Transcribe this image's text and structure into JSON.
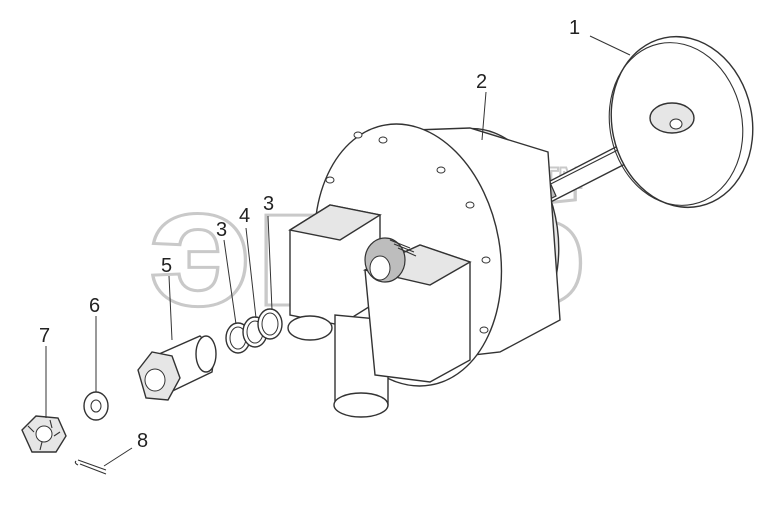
{
  "watermark": {
    "text": "эпеб",
    "trademark": "TM",
    "color": "#c9c9c9"
  },
  "callouts": [
    {
      "id": "1",
      "part": "disc-with-stem"
    },
    {
      "id": "2",
      "part": "valve-body-flange"
    },
    {
      "id": "3",
      "part": "o-ring-inner"
    },
    {
      "id": "4",
      "part": "ring-middle"
    },
    {
      "id": "3",
      "part": "o-ring-outer"
    },
    {
      "id": "5",
      "part": "sleeve-nut"
    },
    {
      "id": "6",
      "part": "washer"
    },
    {
      "id": "7",
      "part": "castle-nut"
    },
    {
      "id": "8",
      "part": "cotter-pin"
    }
  ],
  "colors": {
    "line": "#333333",
    "background": "#ffffff",
    "shade": "#e6e6e6"
  }
}
